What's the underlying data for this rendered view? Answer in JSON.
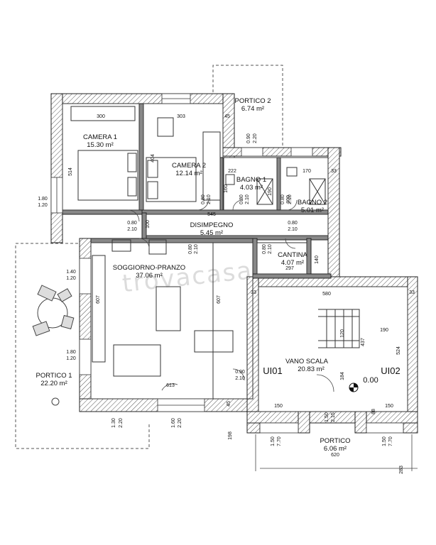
{
  "watermark": "trovacasa",
  "rooms": [
    {
      "id": "camera1",
      "name": "CAMERA 1",
      "area": "15.30 m²"
    },
    {
      "id": "camera2",
      "name": "CAMERA 2",
      "area": "12.14 m²"
    },
    {
      "id": "bagno1",
      "name": "BAGNO 1",
      "area": "4.03 m²"
    },
    {
      "id": "bagno2",
      "name": "BAGNO 2",
      "area": "5.01 m²"
    },
    {
      "id": "disimpegno",
      "name": "DISIMPEGNO",
      "area": "5.45 m²"
    },
    {
      "id": "cantina",
      "name": "CANTINA",
      "area": "4.07 m²"
    },
    {
      "id": "soggiorno",
      "name": "SOGGIORNO-PRANZO",
      "area": "37.06 m²"
    },
    {
      "id": "vanoscala",
      "name": "VANO SCALA",
      "area": "20.83 m²"
    },
    {
      "id": "portico1",
      "name": "PORTICO 1",
      "area": "22.20 m²"
    },
    {
      "id": "portico2",
      "name": "PORTICO 2",
      "area": "6.74 m²"
    },
    {
      "id": "portico",
      "name": "PORTICO",
      "area": "6.06 m²"
    }
  ],
  "units": {
    "ui01": "UI01",
    "ui02": "UI02"
  },
  "level": "0.00",
  "dims": {
    "d300": "300",
    "d303": "303",
    "d45a": "45",
    "d514": "514",
    "d404": "404",
    "d222": "222",
    "d170": "170",
    "d33a": "33",
    "d160": "160",
    "d190a": "190",
    "d300b": "300",
    "d545": "545",
    "d100": "100",
    "d140": "140",
    "d297": "297",
    "d580": "580",
    "d33b": "33",
    "d33c": "33",
    "d607a": "607",
    "d607b": "607",
    "d613": "613",
    "d45b": "45",
    "d120": "120",
    "d190b": "190",
    "d437": "437",
    "d524": "524",
    "d184": "184",
    "d150a": "150",
    "d150b": "150",
    "d88": "88",
    "d620": "620",
    "d198": "198",
    "d283": "283",
    "w090_220a": "0.90",
    "w090_220b": "2.20",
    "w180_120a": "1.80",
    "w180_120b": "1.20",
    "w140_120a": "1.40",
    "w140_120b": "1.20",
    "w180_120c": "1.80",
    "w180_120d": "1.20",
    "w080_210a": "0.80",
    "w080_210b": "2.10",
    "w080_210c": "0.80",
    "w080_210d": "2.10",
    "w080_210e": "0.80",
    "w080_210f": "2.10",
    "w080_210g": "0.80",
    "w080_210h": "2.10",
    "w080_210i": "0.80",
    "w080_210j": "2.10",
    "w080_210k": "0.80",
    "w080_210l": "2.10",
    "w080_210m": "0.80",
    "w080_210n": "2.10",
    "w080_210o": "0.80",
    "w080_210p": "2.10",
    "w090_210a": "0.90",
    "w090_210b": "2.10",
    "w130_220a": "1.30",
    "w130_220b": "2.20",
    "w160_220a": "1.60",
    "w160_220b": "2.20",
    "w150_215a": "1.50",
    "w150_215b": "2.15",
    "w150_770a": "1.50",
    "w150_770b": "7.70",
    "w150_770c": "1.50",
    "w150_770d": "7.70"
  }
}
